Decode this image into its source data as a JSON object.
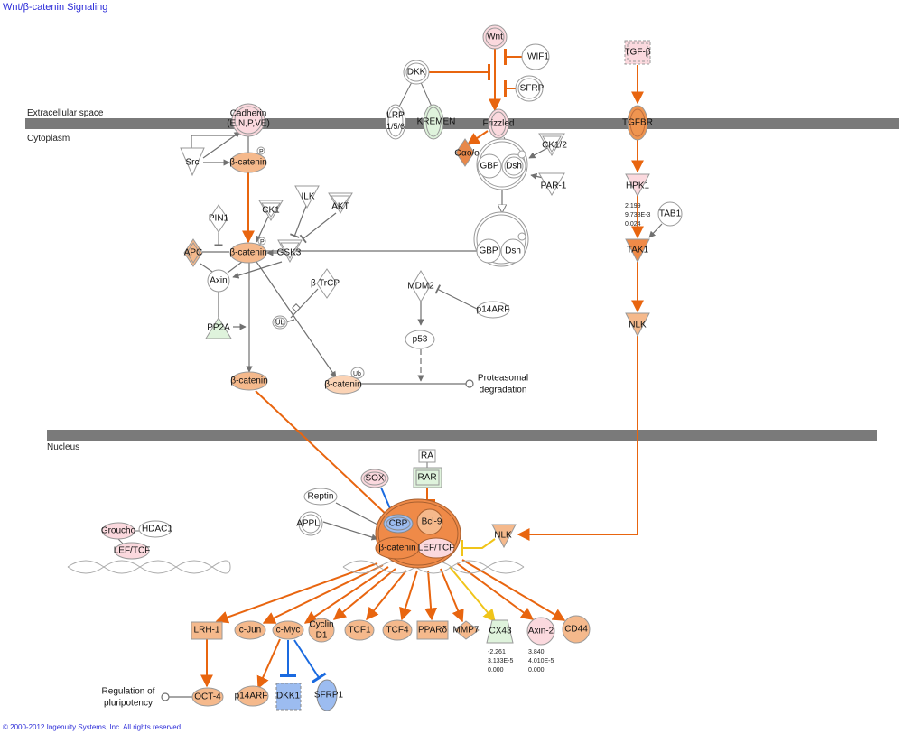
{
  "title": "Wnt/β-catenin Signaling",
  "copyright": "© 2000-2012 Ingenuity Systems, Inc. All rights reserved.",
  "colors": {
    "activation": "#e8650f",
    "inhibition_blue": "#1a6ae0",
    "inhibition_yellow": "#f0c419",
    "neutral_edge": "#707070",
    "membrane": "#7a7a7a",
    "up_strong": "#f09a55",
    "up_light": "#f5b98c",
    "up_pale": "#fbd9de",
    "down": "#9cbcf0",
    "down_pale": "#dff3dc",
    "title_link": "#2b2bd8"
  },
  "regions": {
    "extracellular": "Extracellular space",
    "cytoplasm": "Cytoplasm",
    "nucleus": "Nucleus"
  },
  "nodes": {
    "wnt": "Wnt",
    "wif1": "WIF1",
    "sfrp": "SFRP",
    "dkk": "DKK",
    "lrp_a": "LRP",
    "lrp_b": "1/5/6",
    "kremen": "KREMEN",
    "frizzled": "Frizzled",
    "gao": "Gαo/o",
    "gbp1": "GBP",
    "dsh1": "Dsh",
    "ck12": "CK1/2",
    "par1": "PAR-1",
    "gbp2": "GBP",
    "dsh2": "Dsh",
    "cadherin_a": "Cadherin",
    "cadherin_b": "(E,N,P,VE)",
    "src": "Src",
    "bcat1": "β-catenin",
    "pin1": "PIN1",
    "ck1": "CK1",
    "ilk": "ILK",
    "akt": "AKT",
    "apc": "APC",
    "bcat2": "β-catenin",
    "gsk3": "GSK3",
    "axin": "Axin",
    "btrcp": "β-TrCP",
    "ub": "Ub",
    "pp2a": "PP2A",
    "mdm2": "MDM2",
    "p14arf_top": "p14ARF",
    "p53": "p53",
    "bcat3": "β-catenin",
    "bcat4": "β-catenin",
    "proteasomal_a": "Proteasomal",
    "proteasomal_b": "degradation",
    "tgfb": "TGF-β",
    "tgfbr": "TGFBR",
    "hpk1": "HPK1",
    "tab1": "TAB1",
    "tak1": "TAK1",
    "nlk_top": "NLK",
    "nlk_nuc": "NLK",
    "sox": "SOX",
    "ra": "RA",
    "rar": "RAR",
    "reptin": "Reptin",
    "appl": "APPL",
    "cbp": "CBP",
    "bcl9": "Bcl-9",
    "bcat_nuc": "β-catenin",
    "leftcf": "LEF/TCF",
    "groucho": "Groucho",
    "hdac1": "HDAC1",
    "leftcf_rep": "LEF/TCF",
    "lrh1": "LRH-1",
    "cjun": "c-Jun",
    "cmyc": "c-Myc",
    "cyclin_a": "Cyclin",
    "cyclin_b": "D1",
    "tcf1": "TCF1",
    "tcf4": "TCF4",
    "ppard": "PPARδ",
    "mmp7": "MMP7",
    "cx43": "CX43",
    "axin2": "Axin-2",
    "cd44": "CD44",
    "oct4": "OCT-4",
    "p14arf_bot": "p14ARF",
    "dkk1": "DKK1",
    "sfrp1": "SFRP1",
    "pluri_a": "Regulation of",
    "pluri_b": "pluripotency",
    "phospho": "P",
    "ubtag": "Ub"
  },
  "measurements": {
    "hpk1": [
      "2.199",
      "9.738E-3",
      "0.024"
    ],
    "cx43": [
      "-2.261",
      "3.133E-5",
      "0.000"
    ],
    "axin2": [
      "3.840",
      "4.010E-5",
      "0.000"
    ]
  }
}
